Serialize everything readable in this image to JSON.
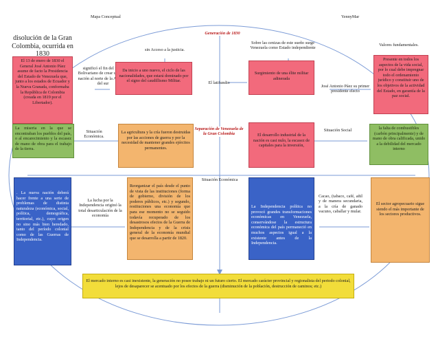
{
  "header": {
    "left": "Mapa Conceptual",
    "right": "YennyMar"
  },
  "title": "Generación de 1830",
  "intro": "disolución de la Gran Colombia, ocurrida en 1830",
  "center_label": "Separación de Venezuela de la Gran Colombia",
  "connectors": {
    "sin_acceso": "sin Acceso a la justicia.",
    "cenizas": "Sobre las cenizas de este sueño surge Venezuela como Estado independiente",
    "valores": "Valores fundamentales.",
    "significo": "significó el fin del ideal Bolivariano de crear una sola nación al norte de la América del sur",
    "latifundio": "El latifundio",
    "paez": "José Antonio Páez su primer presidente electo",
    "situacion_economica_left": "Situación Económica.",
    "situacion_social": "Situación Social",
    "situacion_economica_mid": "Situación Económica",
    "lucha": "La lucha por la Independencia originó la total desarticulación de la economía",
    "cacao": "Cacao, (tabaco, café, añil y de manera secundaria, a la cría de ganado vacuno, caballar y mular."
  },
  "boxes": {
    "pink_top_left": "El 13 de enero de 1830 el General José Antonio Páez asume de facto la Presidencia del Estado de Venezuela que, junto a los estados de Ecuador y la Nueva Granada, conformaba la República de Colombia (creada en 1819 por el Libertador).",
    "pink_top_mid": "Da inicio a uno nuevo, el ciclo de las nacionalidades, que estará dominado por el signo del caudillismo Militar.",
    "pink_top_right2": "Surgimiento de una élite militar adinerada",
    "pink_top_right": "Presente en todos los aspectos de la vida social, por lo cual debe impregnar todo el ordenamiento jurídico y constituir uno de los objetivos de la actividad del Estado, en garantía de la paz social.",
    "green_left": "La miseria en la que se encontraban los pueblos del país, o al encarecimiento y la escasez de mano de obra para el trabajo de la tierra.",
    "orange_mid": "La agricultura y la cría fueron destruidas por las acciones de guerra y por la necesidad de mantener grandes ejércitos permanentes.",
    "pink_mid_right": "El desarrollo industrial de la nación es casi nulo, la escasez de capitales para la inversión,",
    "green_right": "la falta de combustibles (carbón principalmente) y de mano de obra calificada, unido a la debilidad del mercado interno",
    "blue_left": ". La nueva nación deberá hacer frente a una serie de problemas de distinta naturaleza (económica, social, política, demográfica, territorial, etc.), cuyo origen no sino más bien heredado, tanto del período colonial como de las Guerras de Independencia.",
    "orange_bottom_mid": "Reorganizar el país desde el punto de vista de las instituciones (forma de gobierno, división de los poderes públicos, etc.) y segundo, restituciones una economía que para ese momento no se seguido todavía recuperado de los desastrosos efectos de la Guerra de Independencia y de la crisis general de la economía mundial que se desarrolla a partir de 1820.",
    "blue_mid_right": "La Independencia política no provocó grandes transformaciones económicas en Venezuela, conservándose la estructura económica del país permaneció en muchos aspectos igual a la existente antes de la Independencia.",
    "orange_bottom_right": "El sector agropecuario sigue siendo el más importante de los sectores productivos.",
    "yellow_bottom": "El mercado interno es casi inexistente, la generación no posee trabajo ni un futuro cierto. El mercado carácter provincial y regionalista del periodo colonial, lejos de desaparecer se acentuado por los efectos de la guerra (disminución de la población, destrucción de caminos; etc.)"
  },
  "colors": {
    "pink": "#f26a7c",
    "green": "#8fbe63",
    "orange": "#f3b56e",
    "blue": "#3a63c7",
    "yellow": "#f2dd3a",
    "title": "#b81818",
    "lines": "#7a9ad6"
  }
}
